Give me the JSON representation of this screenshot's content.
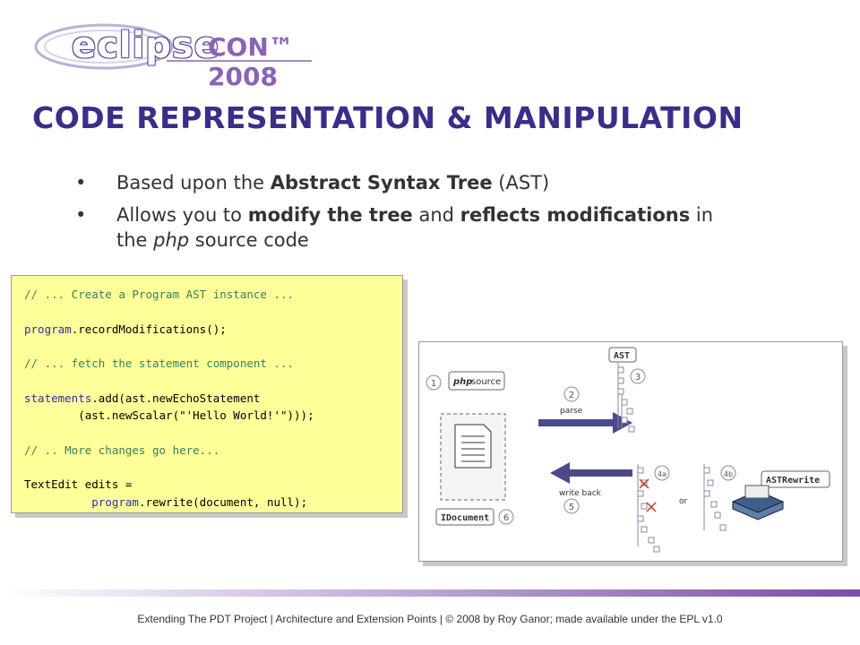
{
  "logo": {
    "eclipse": "eclipse",
    "con": "CON™ 2008"
  },
  "title": "CODE REPRESENTATION & MANIPULATION",
  "bullets": [
    {
      "parts": [
        "Based upon the ",
        "Abstract Syntax Tree",
        " (AST)"
      ]
    },
    {
      "parts": [
        "Allows you to ",
        "modify the tree",
        " and ",
        "reflects modifications",
        " in the ",
        "php",
        " source code"
      ]
    }
  ],
  "code": {
    "l1": "// ... Create a Program AST instance ...",
    "l2_var": "program",
    "l2_rest": ".recordModifications();",
    "l3": "// ... fetch the statement component ...",
    "l4_var": "statements",
    "l4_rest": ".add(ast.newEchoStatement",
    "l5": "        (ast.newScalar(\"'Hello World!'\")));",
    "l6": "// .. More changes go here...",
    "l7": "TextEdit edits =",
    "l8_indent": "          ",
    "l8_var": "program",
    "l8_rest": ".rewrite(document, null);"
  },
  "diagram": {
    "n1": "1",
    "php": "php",
    "source": "source",
    "n2": "2",
    "parse": "parse",
    "ast": "AST",
    "n3": "3",
    "n4a": "4a",
    "n4b": "4b",
    "or": "or",
    "astrewrite": "ASTRewrite",
    "writeback": "write back",
    "n5": "5",
    "idocument": "IDocument",
    "n6": "6"
  },
  "footer": "Extending The PDT Project  |  Architecture and Extension Points  |  © 2008 by Roy Ganor; made available under the EPL v1.0"
}
